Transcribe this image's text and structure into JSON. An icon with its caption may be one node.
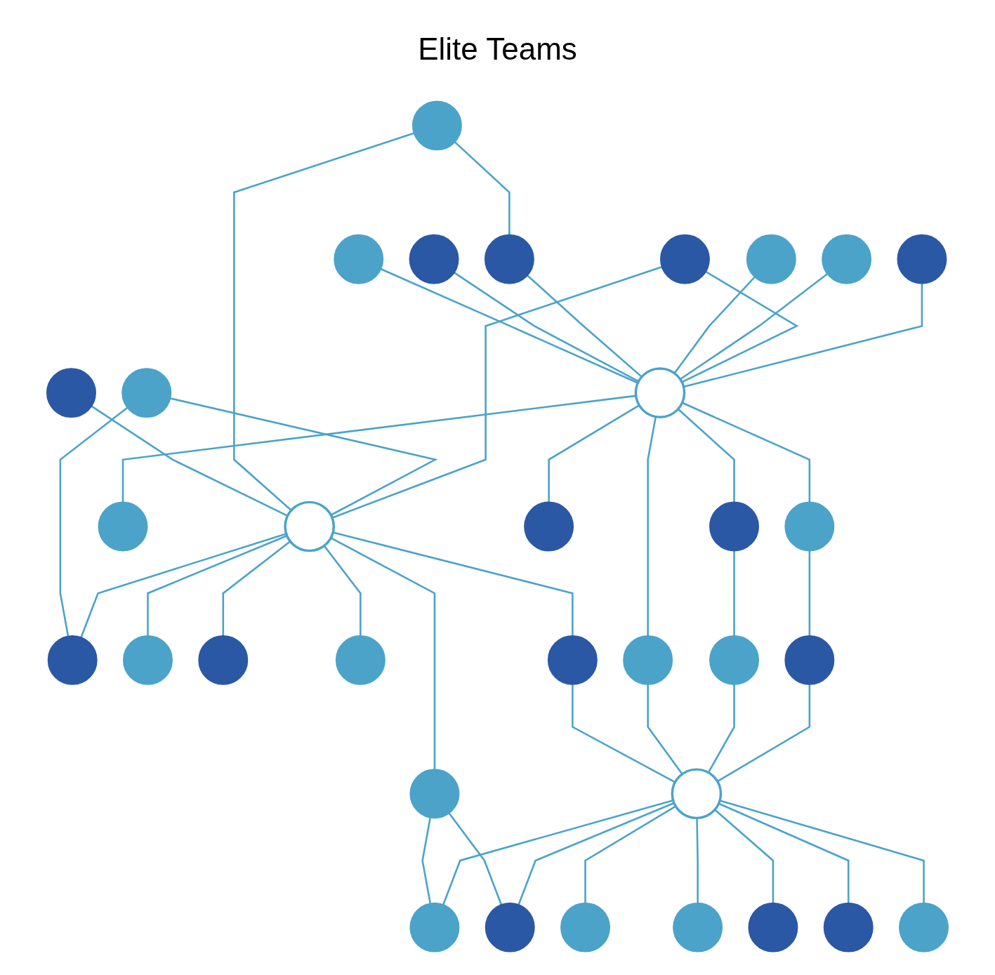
{
  "diagram": {
    "title": "Elite Teams",
    "nodes": [
      {
        "text": [],
        "shape": "circle"
      },
      {
        "text": [],
        "shape": "circle"
      },
      {
        "text": [],
        "shape": "circle"
      },
      {
        "text": [],
        "shape": "circle"
      },
      {
        "text": [],
        "shape": "circle"
      },
      {
        "text": [],
        "shape": "circle"
      },
      {
        "text": [],
        "shape": "circle"
      },
      {
        "text": [],
        "shape": "circle"
      },
      {
        "text": [],
        "shape": "circle"
      },
      {
        "text": [],
        "shape": "circle"
      },
      {
        "text": [],
        "shape": "circle"
      },
      {
        "text": [],
        "shape": "circle"
      },
      {
        "text": [],
        "shape": "circle"
      },
      {
        "text": [],
        "shape": "circle"
      },
      {
        "text": [],
        "shape": "circle"
      },
      {
        "text": [],
        "shape": "circle"
      },
      {
        "text": [],
        "shape": "circle"
      },
      {
        "text": [],
        "shape": "circle"
      },
      {
        "text": [],
        "shape": "circle"
      },
      {
        "text": [],
        "shape": "circle"
      },
      {
        "text": [],
        "shape": "circle"
      },
      {
        "text": [],
        "shape": "circle"
      },
      {
        "text": [],
        "shape": "circle"
      },
      {
        "text": [],
        "shape": "circle"
      },
      {
        "text": [],
        "shape": "circle"
      },
      {
        "text": [],
        "shape": "circle"
      },
      {
        "text": [],
        "shape": "circle"
      },
      {
        "text": [],
        "shape": "circle"
      },
      {
        "text": [],
        "shape": "circle"
      },
      {
        "text": [],
        "shape": "circle"
      },
      {
        "text": [],
        "shape": "circle"
      },
      {
        "text": [],
        "shape": "circle"
      },
      {
        "text": [],
        "shape": "circle"
      }
    ],
    "edges": [
      {
        "from": 0,
        "to": 12,
        "arrow": "none"
      },
      {
        "from": 1,
        "to": 12,
        "arrow": "none"
      },
      {
        "from": 1,
        "to": 5,
        "arrow": "none"
      },
      {
        "from": 2,
        "to": 9,
        "arrow": "none"
      },
      {
        "from": 3,
        "to": 9,
        "arrow": "none"
      },
      {
        "from": 4,
        "to": 12,
        "arrow": "none"
      },
      {
        "from": 4,
        "to": 11,
        "arrow": "none"
      },
      {
        "from": 5,
        "to": 9,
        "arrow": "none"
      },
      {
        "from": 6,
        "to": 9,
        "arrow": "none"
      },
      {
        "from": 7,
        "to": 9,
        "arrow": "none"
      },
      {
        "from": 8,
        "to": 9,
        "arrow": "none"
      },
      {
        "from": 8,
        "to": 12,
        "arrow": "none"
      },
      {
        "from": 10,
        "to": 9,
        "arrow": "none"
      },
      {
        "from": 9,
        "to": 13,
        "arrow": "none"
      },
      {
        "from": 9,
        "to": 14,
        "arrow": "none"
      },
      {
        "from": 9,
        "to": 18,
        "arrow": "none"
      },
      {
        "from": 9,
        "to": 19,
        "arrow": "none"
      },
      {
        "from": 9,
        "to": 22,
        "arrow": "none"
      },
      {
        "from": 12,
        "to": 11,
        "arrow": "none"
      },
      {
        "from": 12,
        "to": 15,
        "arrow": "none"
      },
      {
        "from": 12,
        "to": 16,
        "arrow": "none"
      },
      {
        "from": 12,
        "to": 17,
        "arrow": "none"
      },
      {
        "from": 12,
        "to": 20,
        "arrow": "none"
      },
      {
        "from": 12,
        "to": 21,
        "arrow": "none"
      },
      {
        "from": 14,
        "to": 27,
        "arrow": "none"
      },
      {
        "from": 19,
        "to": 23,
        "arrow": "none"
      },
      {
        "from": 20,
        "to": 24,
        "arrow": "none"
      },
      {
        "from": 20,
        "to": 28,
        "arrow": "none"
      },
      {
        "from": 21,
        "to": 25,
        "arrow": "none"
      },
      {
        "from": 22,
        "to": 25,
        "arrow": "none"
      },
      {
        "from": 23,
        "to": 25,
        "arrow": "none"
      },
      {
        "from": 27,
        "to": 25,
        "arrow": "none"
      },
      {
        "from": 25,
        "to": 24,
        "arrow": "none"
      },
      {
        "from": 25,
        "to": 26,
        "arrow": "none"
      },
      {
        "from": 25,
        "to": 28,
        "arrow": "none"
      },
      {
        "from": 25,
        "to": 29,
        "arrow": "none"
      },
      {
        "from": 25,
        "to": 30,
        "arrow": "none"
      },
      {
        "from": 25,
        "to": 31,
        "arrow": "none"
      },
      {
        "from": 25,
        "to": 32,
        "arrow": "none"
      }
    ]
  }
}
